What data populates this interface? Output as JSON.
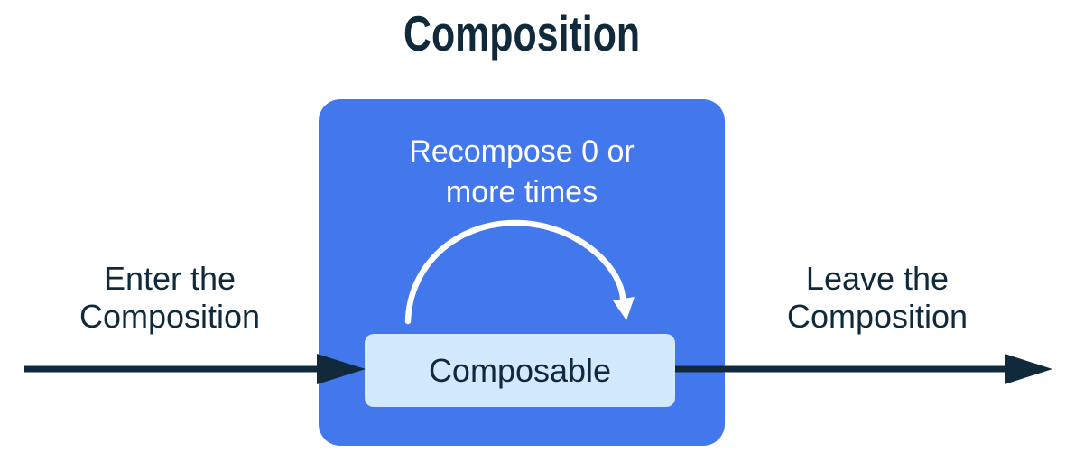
{
  "title": "Composition",
  "container": {
    "recompose_label": "Recompose 0 or\nmore times",
    "node_label": "Composable"
  },
  "flow": {
    "enter_label": "Enter the\nComposition",
    "leave_label": "Leave the\nComposition"
  },
  "colors": {
    "ink": "#102a3c",
    "container-blue": "#4377ec",
    "node-blue": "#d3e9fc",
    "on-container": "#ffffff",
    "background": "#ffffff"
  }
}
